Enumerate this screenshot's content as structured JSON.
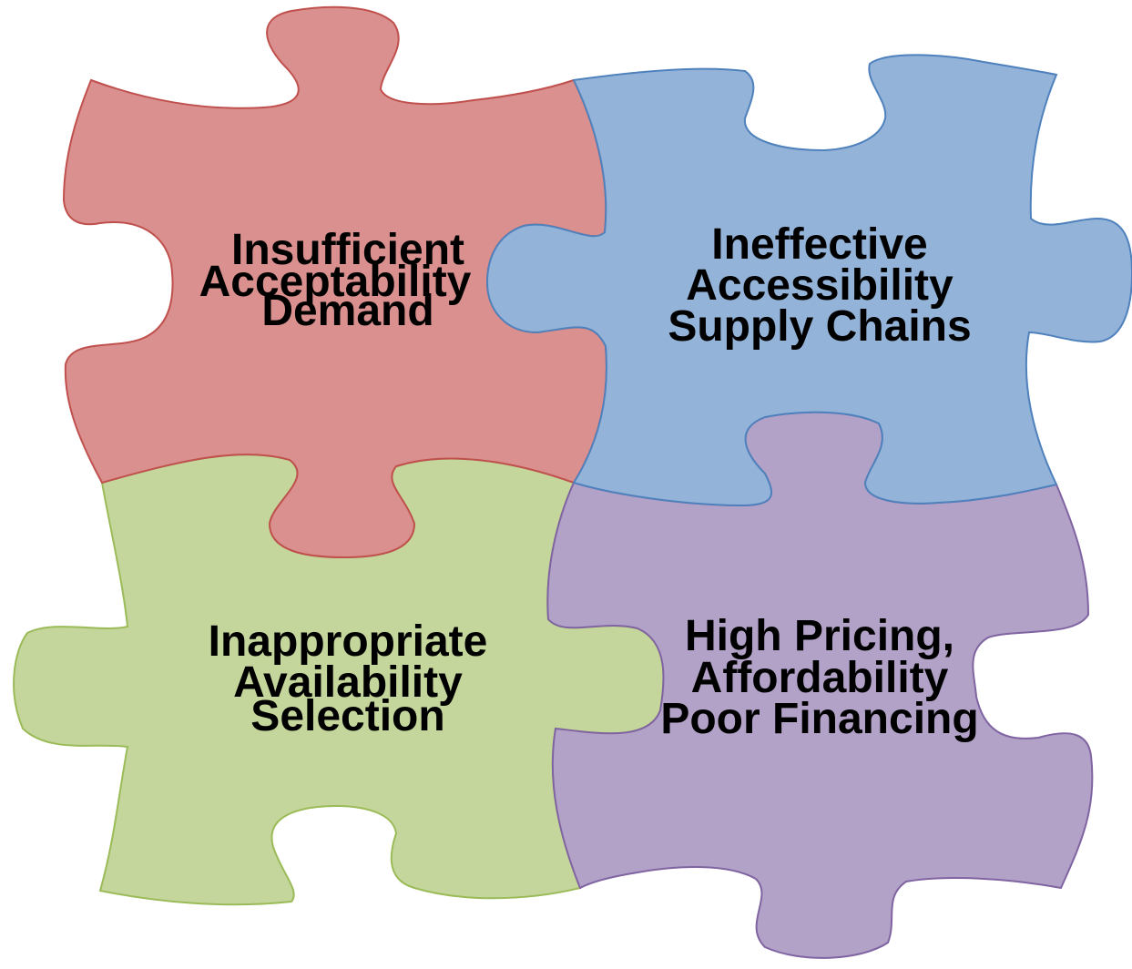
{
  "pieces": {
    "top_left": {
      "lines": [
        "Insufficient",
        "Acceptability",
        "Demand"
      ],
      "fill": "#d9908e",
      "stroke": "#c0504d"
    },
    "top_right": {
      "lines": [
        "Ineffective",
        "Accessibility",
        "Supply Chains"
      ],
      "fill": "#93b3d8",
      "stroke": "#4f81bd"
    },
    "bottom_left": {
      "lines": [
        "Inappropriate",
        "Availability",
        "Selection"
      ],
      "fill": "#c4d69b",
      "stroke": "#9bbb59"
    },
    "bottom_right": {
      "lines": [
        "High Pricing,",
        "Affordability",
        "Poor Financing"
      ],
      "fill": "#b2a2c7",
      "stroke": "#8064a2"
    }
  }
}
